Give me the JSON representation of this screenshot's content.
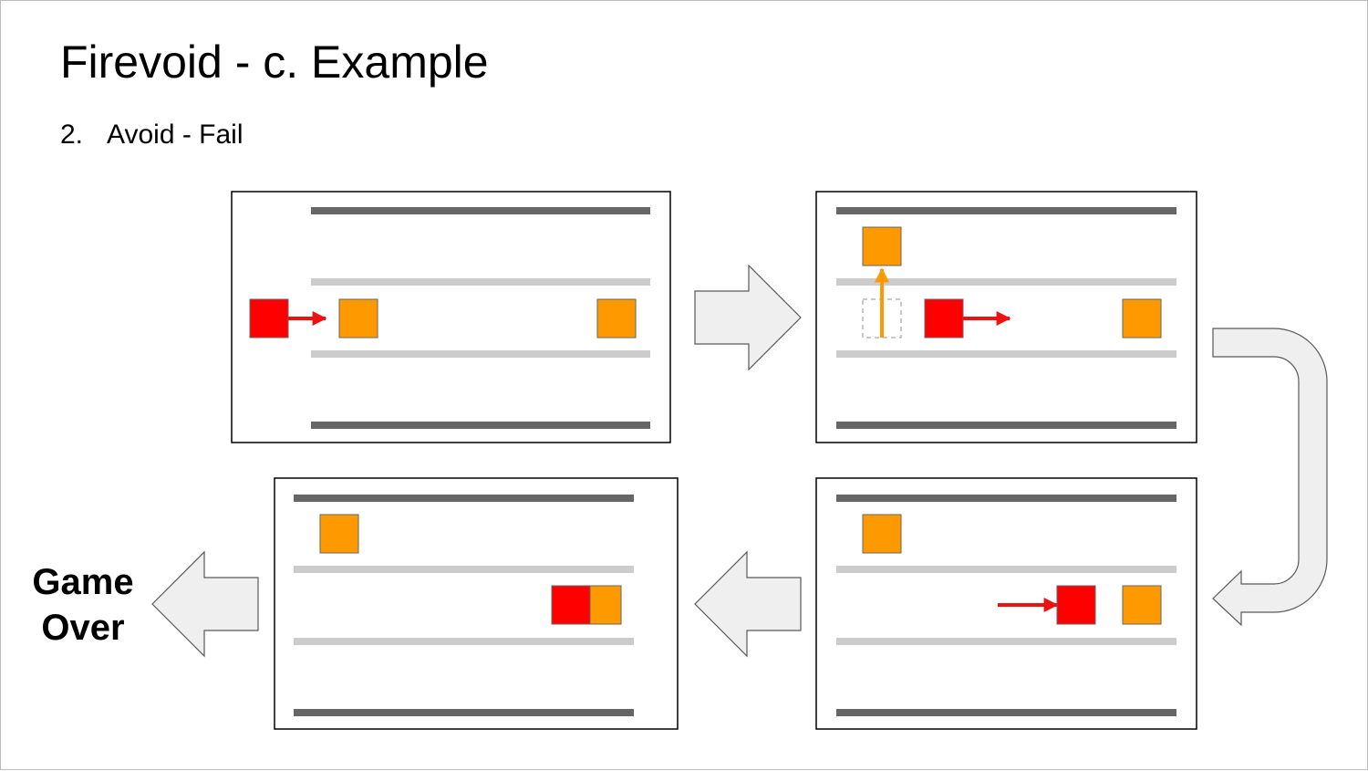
{
  "slide": {
    "title": "Firevoid - c. Example",
    "subtitle_number": "2.",
    "subtitle_text": "Avoid -  Fail",
    "outcome_label": "Game Over"
  },
  "colors": {
    "background": "#ffffff",
    "wall_dark": "#666666",
    "lane_light": "#cccccc",
    "player_red": "#ff0000",
    "enemy_orange": "#ff9900",
    "move_arrow_red": "#ee1111",
    "dodge_arrow_orange": "#ff9900",
    "flow_arrow_fill": "#efefef",
    "flow_arrow_stroke": "#595959",
    "ghost_outline": "#b7b7b7"
  },
  "panels": [
    {
      "step": 1,
      "description_icons": [
        "player-red-square",
        "move-right-arrow",
        "orange-square",
        "orange-square"
      ]
    },
    {
      "step": 2,
      "description_icons": [
        "orange-square-lifted",
        "dodge-up-arrow",
        "ghost-square",
        "player-red-square",
        "move-right-arrow",
        "orange-square"
      ]
    },
    {
      "step": 3,
      "description_icons": [
        "orange-square",
        "move-right-arrow",
        "player-red-square",
        "orange-square"
      ]
    },
    {
      "step": 4,
      "description_icons": [
        "orange-square",
        "player-red-square",
        "orange-square-collision"
      ]
    }
  ],
  "flow_arrows": [
    "right-arrow",
    "u-turn-arrow",
    "left-arrow",
    "left-arrow"
  ]
}
